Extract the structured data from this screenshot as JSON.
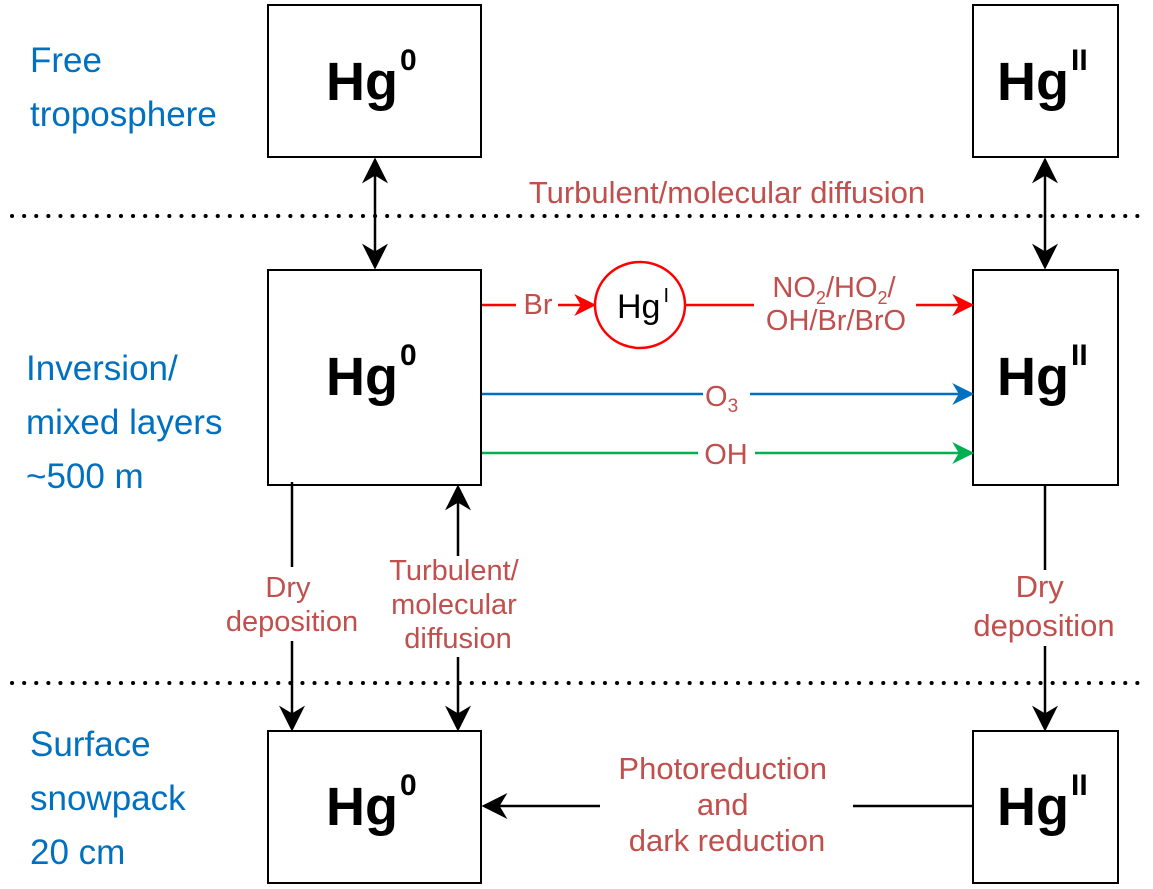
{
  "layers": [
    {
      "id": "free-troposphere",
      "lines": [
        "Free",
        "troposphere"
      ]
    },
    {
      "id": "inversion-mixed",
      "lines": [
        "Inversion/",
        "mixed layers",
        "~500 m"
      ]
    },
    {
      "id": "surface-snowpack",
      "lines": [
        "Surface",
        "snowpack",
        "20 cm"
      ]
    }
  ],
  "species": {
    "hg0": {
      "base": "Hg",
      "sup": "0"
    },
    "hg2": {
      "base": "Hg",
      "sup": "II"
    },
    "hg1": {
      "base": "Hg",
      "sup": "I"
    }
  },
  "processes": {
    "top_diffusion": "Turbulent/molecular diffusion",
    "br": "Br",
    "hg1_oxidants": {
      "line1_parts": [
        "NO",
        "2",
        "/HO",
        "2",
        "/"
      ],
      "line2": "OH/Br/BrO"
    },
    "o3": {
      "base": "O",
      "sub": "3"
    },
    "oh": "OH",
    "dry_dep_left": [
      "Dry",
      "deposition"
    ],
    "diffusion_left": [
      "Turbulent/",
      "molecular",
      "diffusion"
    ],
    "dry_dep_right": [
      "Dry",
      "deposition"
    ],
    "reduction": [
      "Photoreduction",
      "and",
      "dark reduction"
    ]
  },
  "colors": {
    "layer_label": "#0070c0",
    "process_label": "#c0504d",
    "br_pathway": "#ff0000",
    "o3_pathway": "#0070c0",
    "oh_pathway": "#00b050",
    "box_stroke": "#000000"
  }
}
